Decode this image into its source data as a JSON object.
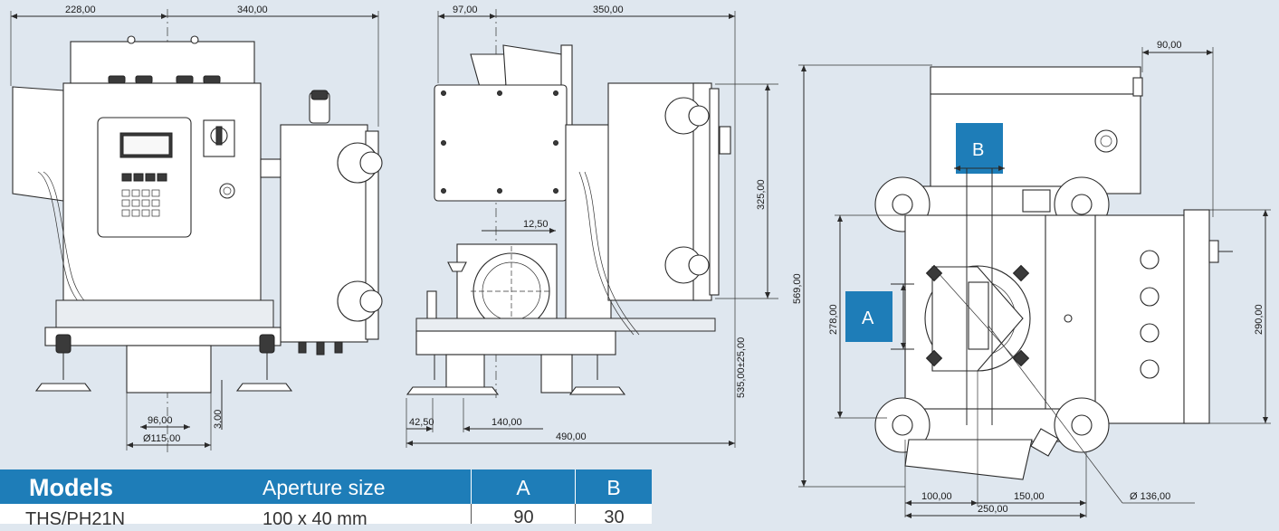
{
  "dimensions": {
    "front_top_left": "228,00",
    "front_top_right": "340,00",
    "front_bottom_1": "96,00",
    "front_bottom_2": "Ø115,00",
    "front_small": "3,00",
    "side_top_left": "97,00",
    "side_top_right": "350,00",
    "side_offset": "12,50",
    "side_height_325": "325,00",
    "side_height_535": "535,00±25,00",
    "side_bottom_1": "42,50",
    "side_bottom_2": "140,00",
    "side_bottom_total": "490,00",
    "top_top": "90,00",
    "top_height_569": "569,00",
    "top_height_278": "278,00",
    "top_height_290": "290,00",
    "top_bottom_1": "100,00",
    "top_bottom_2": "150,00",
    "top_bottom_total": "250,00",
    "top_diameter": "Ø 136,00"
  },
  "markers": {
    "a": "A",
    "b": "B"
  },
  "table": {
    "headers": {
      "models": "Models",
      "aperture": "Aperture size",
      "a": "A",
      "b": "B"
    },
    "rows": [
      {
        "model": "THS/PH21N",
        "aperture": "100 x 40 mm",
        "a": "90",
        "b": "30"
      }
    ]
  },
  "colors": {
    "accent": "#1e7db8",
    "background": "#dfe7ef"
  }
}
